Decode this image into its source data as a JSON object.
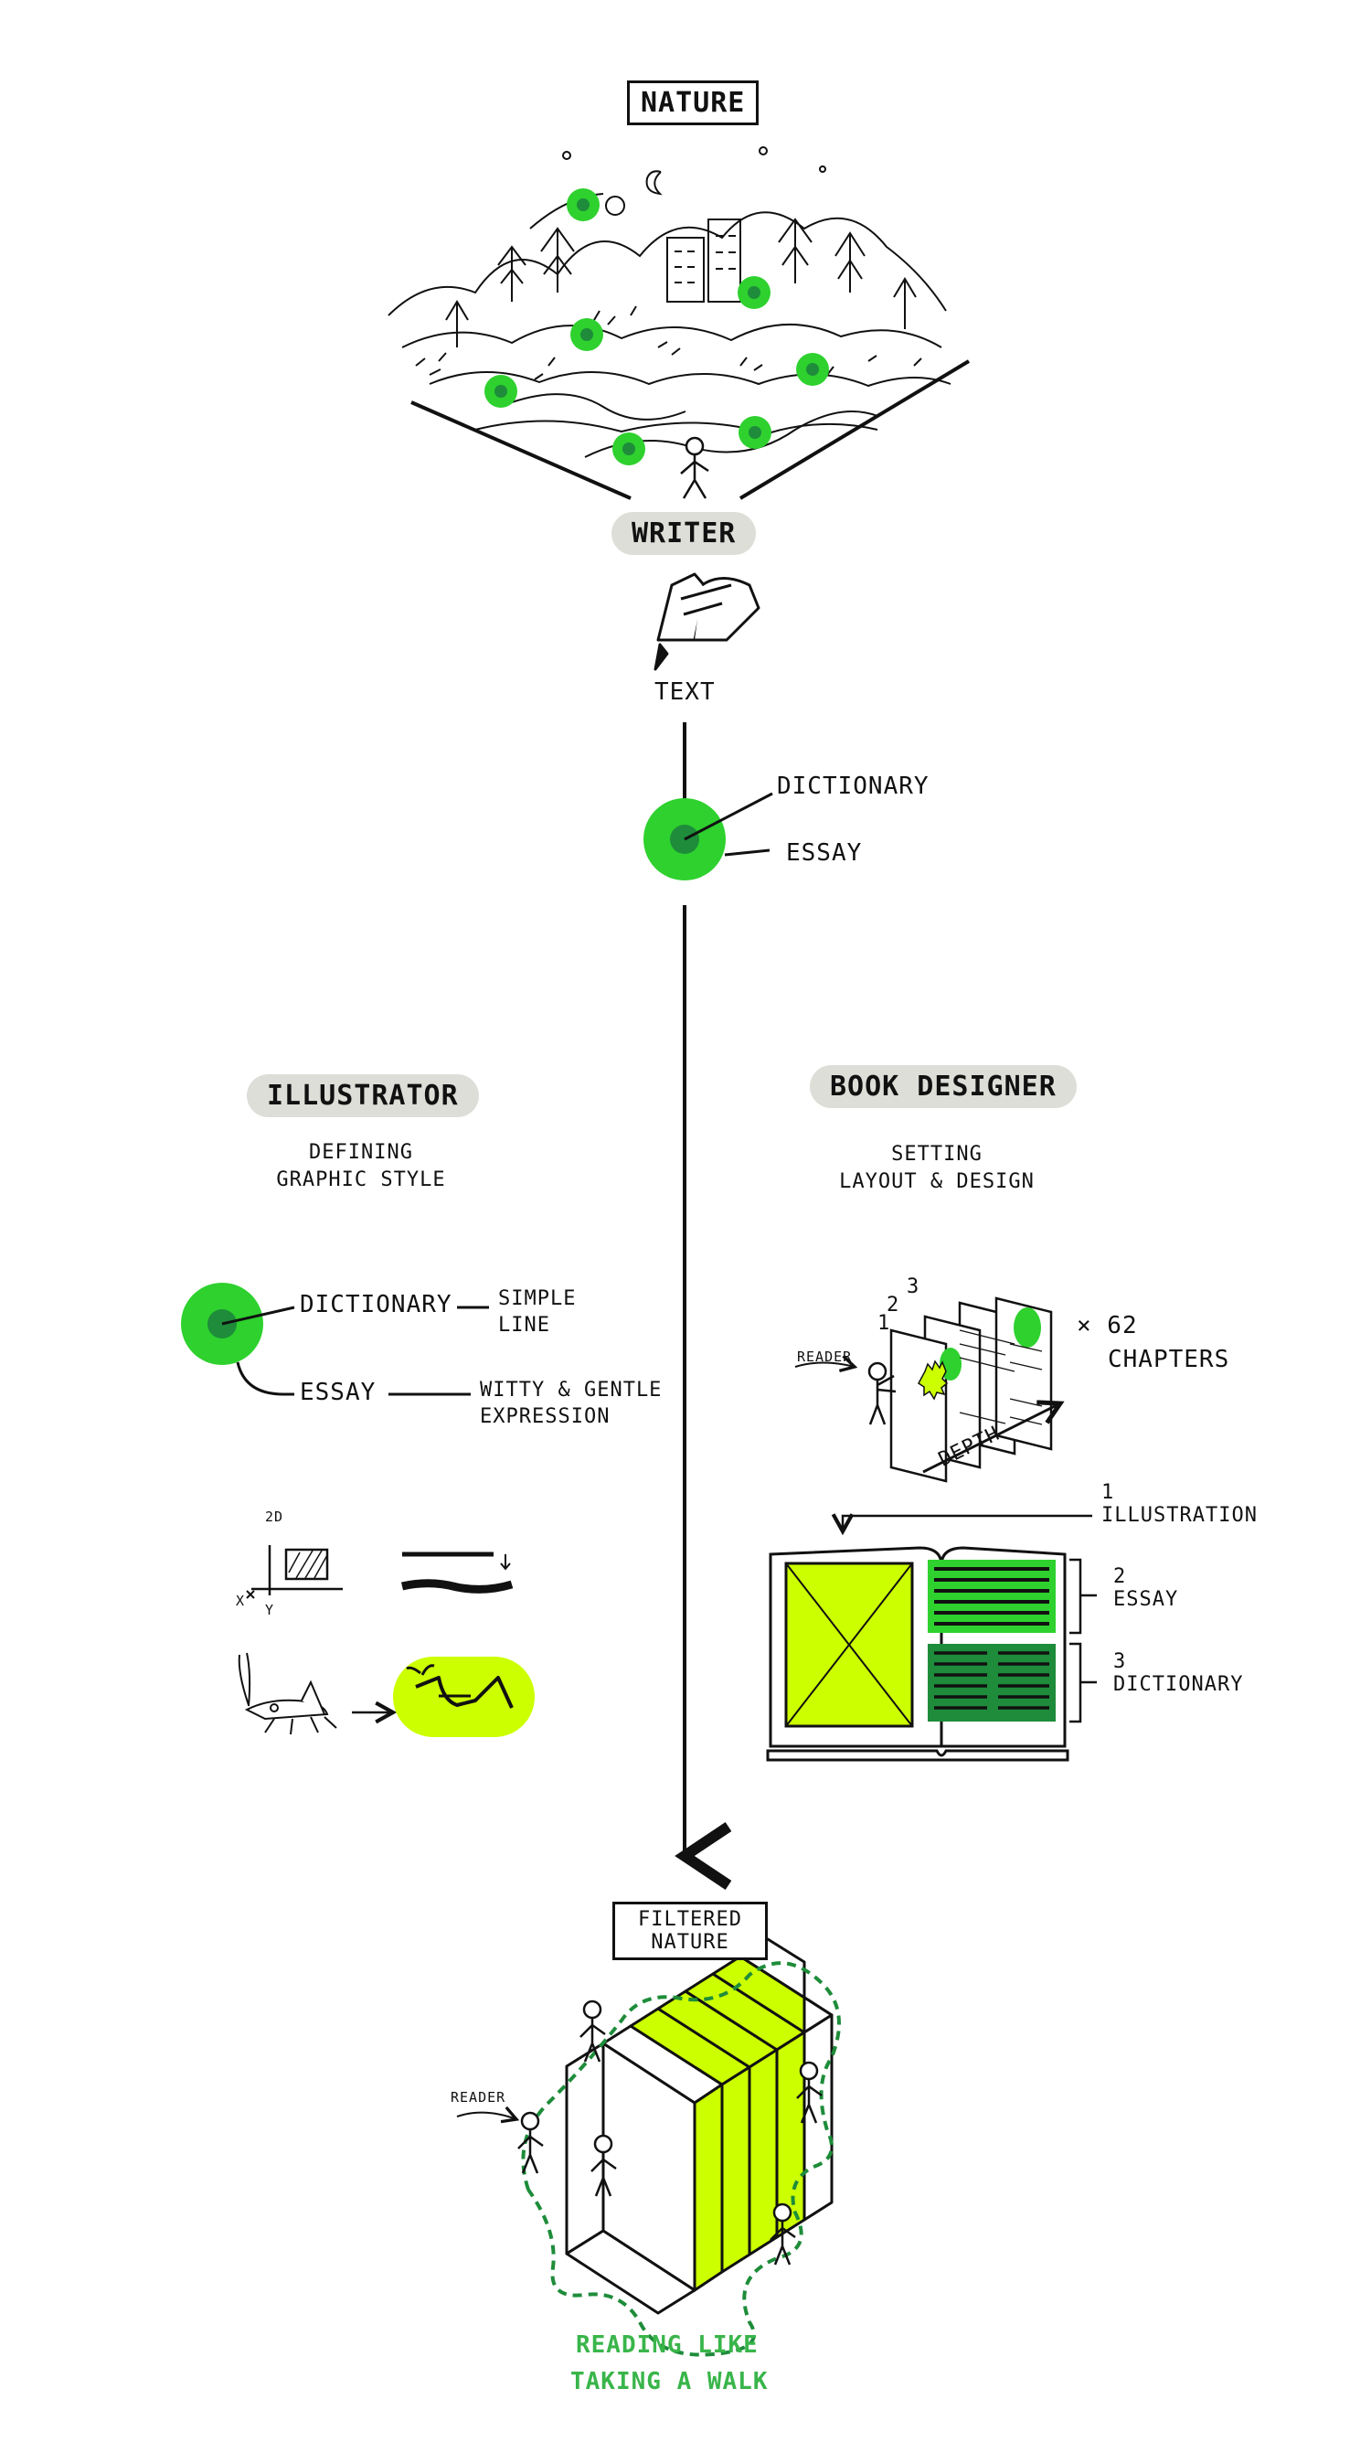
{
  "colors": {
    "ink": "#111111",
    "green": "#2ed12e",
    "dark_green": "#1e8c3a",
    "lime": "#ccff00",
    "pill": "#deded8",
    "caption_green": "#39b54a"
  },
  "top": {
    "nature": "NATURE",
    "writer": "WRITER",
    "text": "TEXT"
  },
  "text_node": {
    "dictionary": "DICTIONARY",
    "essay": "ESSAY"
  },
  "illustrator": {
    "title": "ILLUSTRATOR",
    "subtitle_1": "DEFINING",
    "subtitle_2": "GRAPHIC STYLE",
    "dictionary": "DICTIONARY",
    "simple_1": "SIMPLE",
    "simple_2": "LINE",
    "essay": "ESSAY",
    "witty_1": "WITTY & GENTLE",
    "witty_2": "EXPRESSION",
    "axis_2d": "2D",
    "axis_x": "X",
    "axis_y": "Y"
  },
  "book_designer": {
    "title": "BOOK DESIGNER",
    "subtitle_1": "SETTING",
    "subtitle_2": "LAYOUT & DESIGN",
    "reader": "READER",
    "layer_1": "1",
    "layer_2": "2",
    "layer_3": "3",
    "depth": "DEPTH",
    "times_62": "× 62",
    "chapters": "CHAPTERS",
    "num_1": "1",
    "illustration": "ILLUSTRATION",
    "num_2": "2",
    "essay": "ESSAY",
    "num_3": "3",
    "dictionary": "DICTIONARY"
  },
  "bottom": {
    "filtered_1": "FILTERED",
    "filtered_2": "NATURE",
    "reader": "READER",
    "caption_1": "READING LIKE",
    "caption_2": "TAKING A WALK"
  }
}
